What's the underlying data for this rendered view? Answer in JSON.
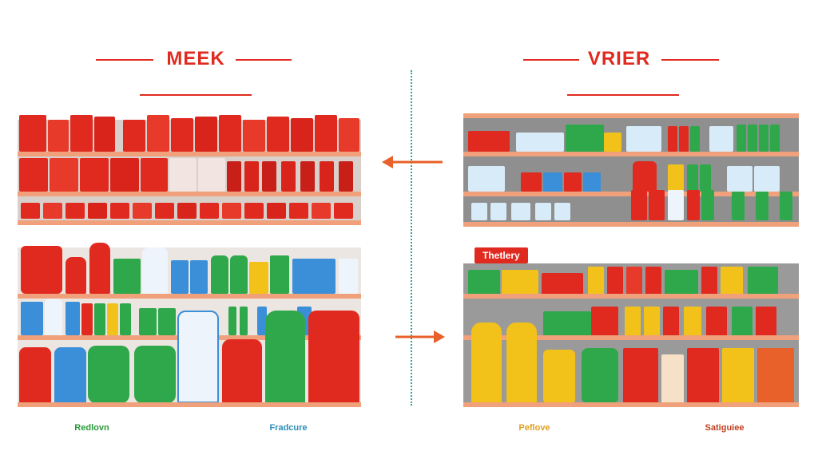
{
  "header": {
    "left_title": "MEEK",
    "right_title": "VRIER"
  },
  "left_panel": {
    "bottom_label_1": "Redlovn",
    "bottom_label_2": "Fradcure",
    "bottom_label_1_color": "#2a9a3a",
    "bottom_label_2_color": "#2a8fb8"
  },
  "right_panel": {
    "shelf_tag": "Thetlery",
    "bottom_label_1": "Peflove",
    "bottom_label_2": "Satiguiee",
    "bottom_label_1_color": "#e0a020",
    "bottom_label_2_color": "#c04020"
  },
  "arrows": {
    "top_direction": "left",
    "bottom_direction": "right",
    "color": "#e8602a"
  },
  "colors": {
    "red": "#e02a1f",
    "green": "#2ea84a",
    "blue": "#3a8fd8",
    "yellow": "#f2c21a",
    "shelf": "#f0a07a",
    "divider": "#2aa39a"
  }
}
